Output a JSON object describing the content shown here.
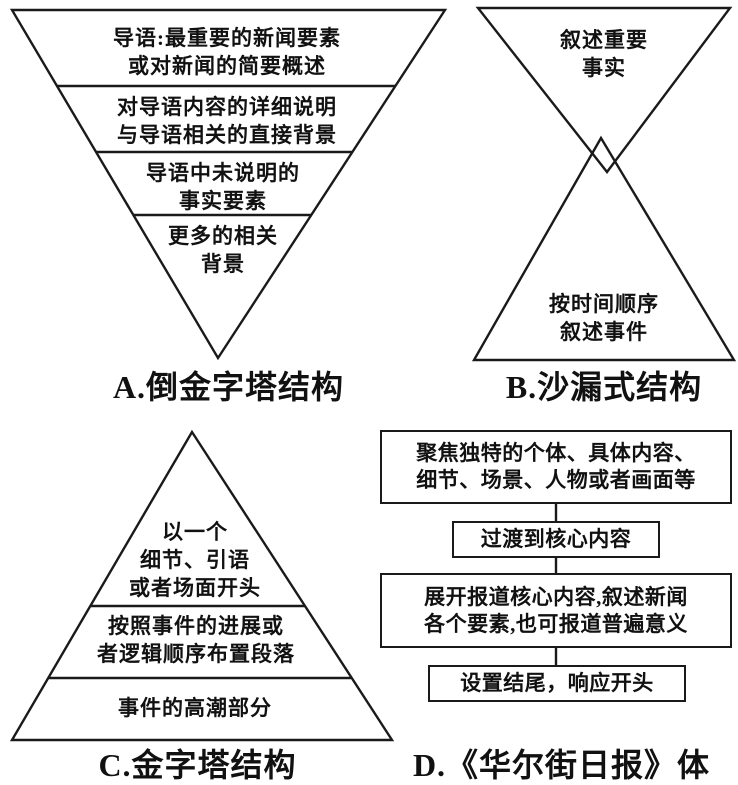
{
  "diagrams": {
    "a": {
      "label": "A.倒金字塔结构",
      "sections": [
        {
          "lines": [
            "导语:最重要的新闻要素",
            "或对新闻的简要概述"
          ]
        },
        {
          "lines": [
            "对导语内容的详细说明",
            "与导语相关的直接背景"
          ]
        },
        {
          "lines": [
            "导语中未说明的",
            "事实要素"
          ]
        },
        {
          "lines": [
            "更多的相关",
            "背景"
          ]
        }
      ]
    },
    "b": {
      "label": "B.沙漏式结构",
      "top": {
        "lines": [
          "叙述重要",
          "事实"
        ]
      },
      "bottom": {
        "lines": [
          "按时间顺序",
          "叙述事件"
        ]
      }
    },
    "c": {
      "label": "C.金字塔结构",
      "sections": [
        {
          "lines": [
            "以一个",
            "细节、引语",
            "或者场面开头"
          ]
        },
        {
          "lines": [
            "按照事件的进展或",
            "者逻辑顺序布置段落"
          ]
        },
        {
          "lines": [
            "事件的高潮部分"
          ]
        }
      ]
    },
    "d": {
      "label": "D.《华尔街日报》体",
      "boxes": [
        {
          "lines": [
            "聚焦独特的个体、具体内容、",
            "细节、场景、人物或者画面等"
          ]
        },
        {
          "lines": [
            "过渡到核心内容"
          ]
        },
        {
          "lines": [
            "展开报道核心内容,叙述新闻",
            "各个要素,也可报道普遍意义"
          ]
        },
        {
          "lines": [
            "设置结尾，响应开头"
          ]
        }
      ]
    }
  }
}
